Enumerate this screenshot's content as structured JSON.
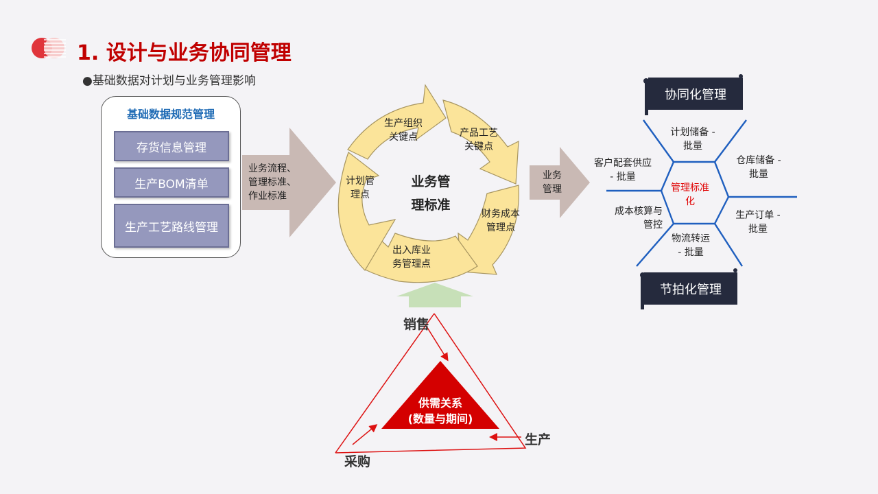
{
  "header": {
    "title": "1. 设计与业务协同管理",
    "subtitle": "●基础数据对计划与业务管理影响"
  },
  "left_panel": {
    "title": "基础数据规范管理",
    "items": [
      "存货信息管理",
      "生产BOM清单",
      "生产工艺路线管理"
    ]
  },
  "arrow1_text": [
    "业务流程、",
    "管理标准、",
    "作业标准"
  ],
  "cycle": {
    "center": [
      "业务管",
      "理标准"
    ],
    "segments": [
      [
        "生产组织",
        "关键点"
      ],
      [
        "产品工艺",
        "关键点"
      ],
      [
        "财务成本",
        "管理点"
      ],
      [
        "出入库业",
        "务管理点"
      ],
      [
        "计划管",
        "理点"
      ]
    ]
  },
  "arrow2_text": [
    "业务",
    "管理"
  ],
  "right": {
    "top_banner": "协同化管理",
    "bottom_banner": "节拍化管理",
    "center": [
      "管理标准",
      "化"
    ],
    "labels": {
      "top": [
        "计划储备 -",
        "批量"
      ],
      "upper_left": [
        "客户配套供应",
        "- 批量"
      ],
      "upper_right": [
        "仓库储备 -",
        "批量"
      ],
      "lower_left": [
        "成本核算与",
        "管控"
      ],
      "lower_right": [
        "生产订单 -",
        "批量"
      ],
      "bottom": [
        "物流转运",
        "- 批量"
      ]
    }
  },
  "triangle": {
    "top": "销售",
    "right": "生产",
    "left": "采购",
    "center": [
      "供需关系",
      "(数量与期间)"
    ]
  },
  "colors": {
    "title_red": "#c00000",
    "cycle_fill": "#fbe49a",
    "box_fill": "#9598bd",
    "arrow_gray": "#c9b9b4",
    "line_blue": "#1f5fbf",
    "banner_dark": "#252a3d"
  }
}
